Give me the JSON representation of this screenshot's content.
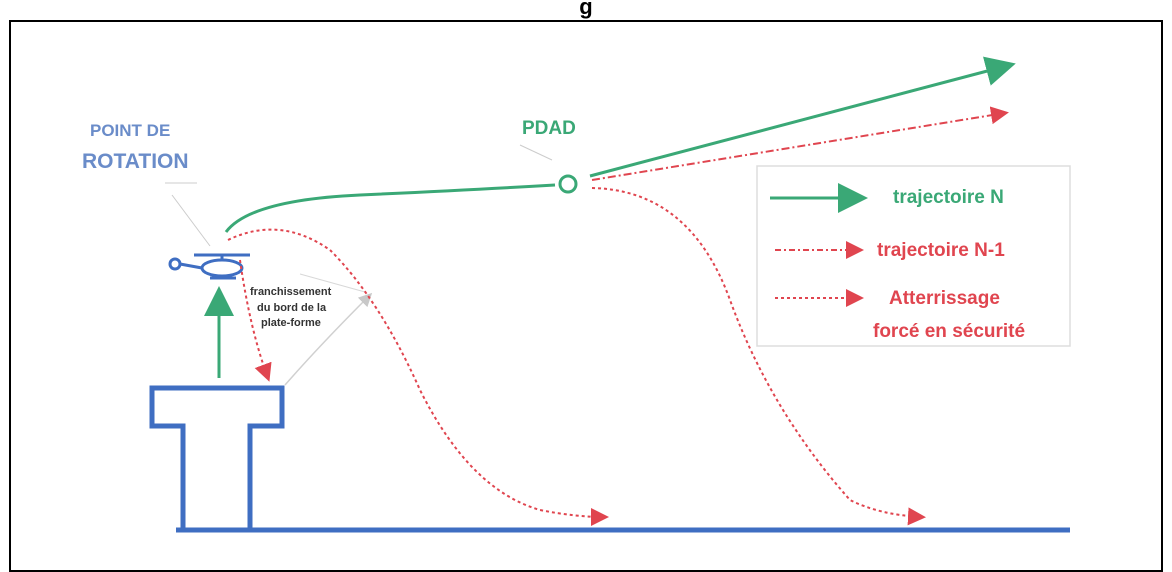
{
  "title": "g",
  "labels": {
    "rotation_line1": "POINT DE",
    "rotation_line2": "ROTATION",
    "pdad": "PDAD",
    "crossing_line1": "franchissement",
    "crossing_line2": "du bord de la",
    "crossing_line3": "plate-forme"
  },
  "legend": {
    "items": [
      {
        "label": "trajectoire N",
        "color": "#3aa876",
        "style": "solid"
      },
      {
        "label": "trajectoire N-1",
        "color": "#e0454f",
        "style": "dash-dot"
      },
      {
        "label_line1": "Atterrissage",
        "label_line2": "forcé en sécurité",
        "color": "#e0454f",
        "style": "dotted"
      }
    ]
  },
  "colors": {
    "structure": "#3f6ec2",
    "green": "#3aa876",
    "red": "#e0454f",
    "blue_label": "#6a8cc9"
  }
}
